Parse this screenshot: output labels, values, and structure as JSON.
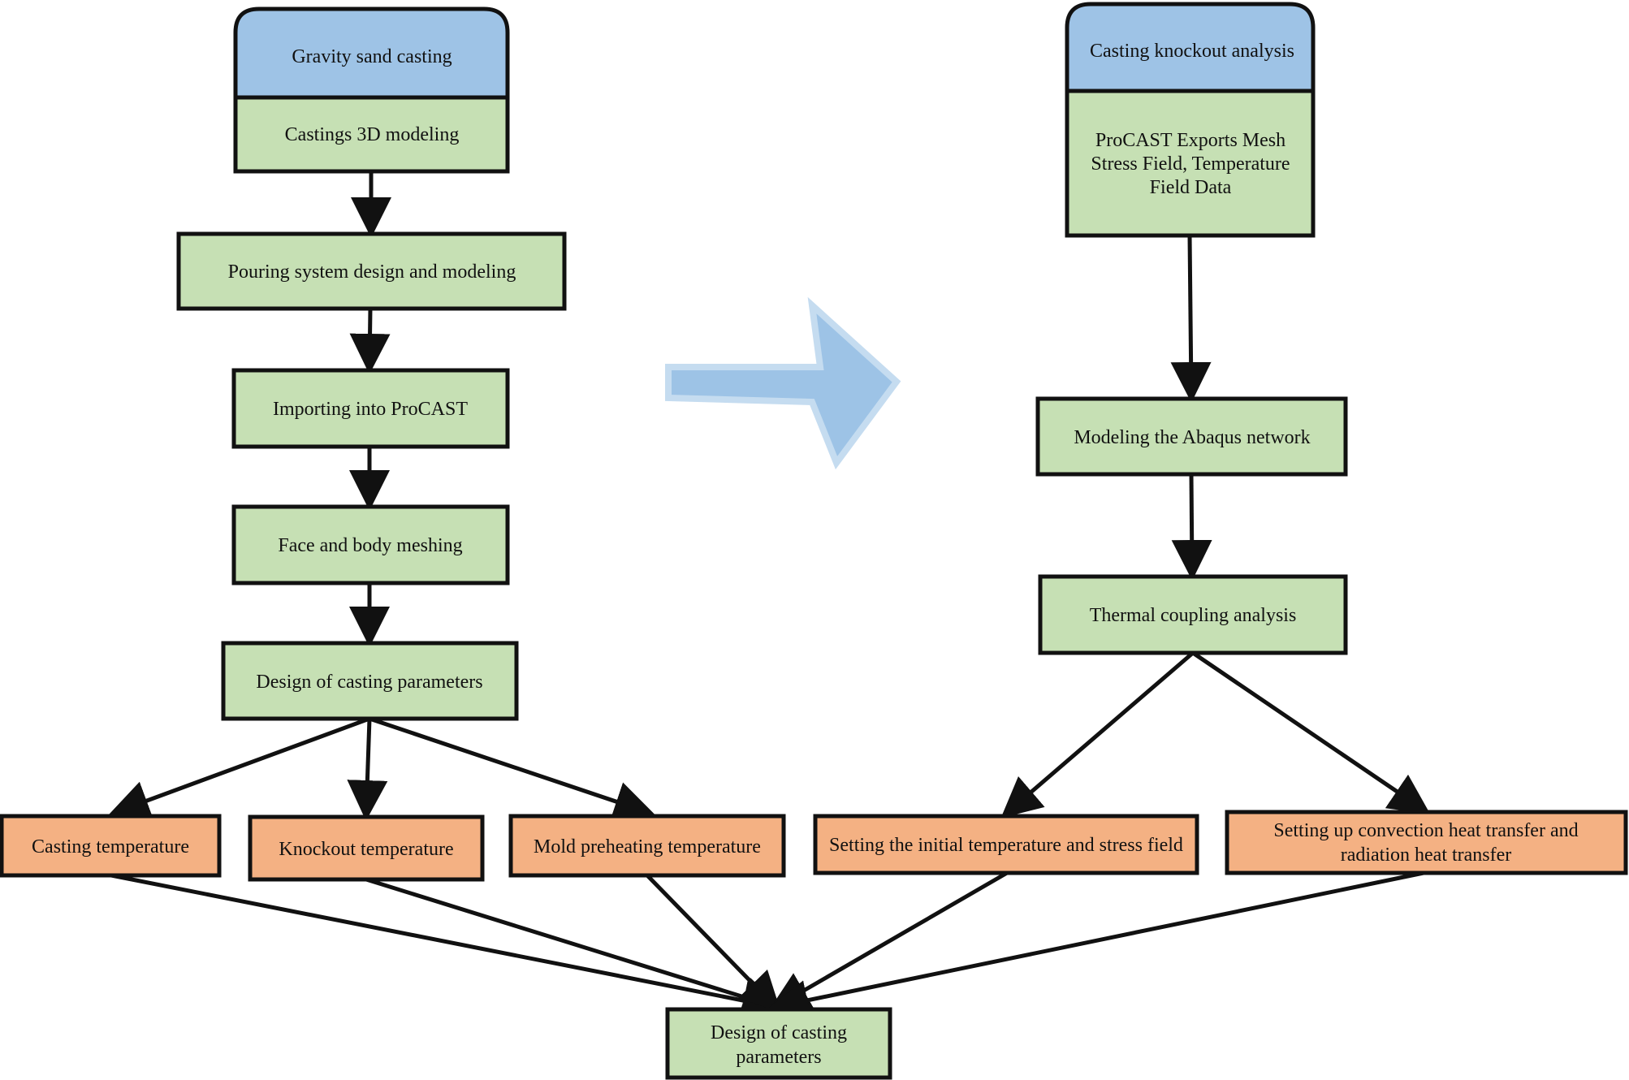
{
  "colors": {
    "header_fill": "#9ec3e6",
    "step_fill": "#c6e0b4",
    "param_fill": "#f4b183",
    "stroke": "#111111",
    "arrow_fill": "#9dc3e6",
    "arrow_stroke": "#c5dcf0"
  },
  "left_flow": {
    "header": "Gravity sand casting",
    "modeling": "Castings 3D modeling",
    "pouring": "Pouring system design and modeling",
    "importing": "Importing into ProCAST",
    "meshing": "Face and body meshing",
    "design": "Design of casting parameters"
  },
  "left_params": {
    "casting_temperature": "Casting temperature",
    "knockout_temperature": "Knockout temperature",
    "mold_preheating": "Mold preheating temperature"
  },
  "right_flow": {
    "header": "Casting knockout analysis",
    "export": [
      "ProCAST Exports Mesh",
      "Stress Field, Temperature",
      "Field Data"
    ],
    "abaqus": "Modeling the Abaqus network",
    "thermal": "Thermal coupling analysis"
  },
  "right_params": {
    "initial_field": "Setting the initial temperature and stress field",
    "convection": [
      "Setting up convection heat transfer and",
      "radiation heat transfer"
    ]
  },
  "final": [
    "Design of casting",
    "parameters"
  ],
  "transition_arrow": "chevron-right-arrow"
}
